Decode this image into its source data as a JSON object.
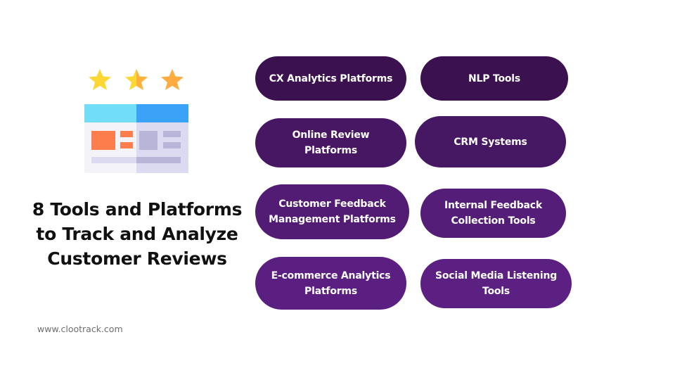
{
  "title": "8 Tools and Platforms to Track and Analyze Customer Reviews",
  "website": "www.clootrack.com",
  "illustration": {
    "icon": "review-rating-icon",
    "stars": 3
  },
  "colors": {
    "pill_dark": "#3b1150",
    "pill_mid": "#471763",
    "pill_light": "#5a1f80",
    "star_yellow": "#fdd835",
    "star_orange": "#ffab40"
  },
  "tools": [
    {
      "label": "CX Analytics Platforms"
    },
    {
      "label": "NLP Tools"
    },
    {
      "label": "Online Review Platforms"
    },
    {
      "label": "CRM Systems"
    },
    {
      "label": "Customer Feedback Management Platforms"
    },
    {
      "label": "Internal Feedback Collection Tools"
    },
    {
      "label": "E-commerce Analytics Platforms"
    },
    {
      "label": "Social Media Listening Tools"
    }
  ]
}
